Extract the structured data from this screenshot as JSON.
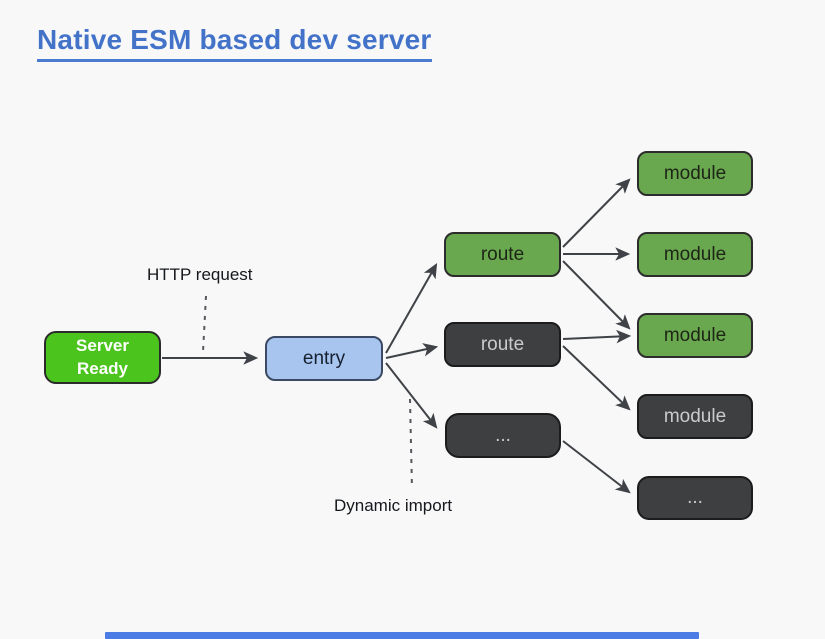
{
  "title": {
    "text": "Native ESM based dev server",
    "color": "#4273c9"
  },
  "diagram": {
    "nodes": [
      {
        "id": "server-ready",
        "label": "Server\nReady",
        "variant": "bright-green",
        "color": "#4bc41d"
      },
      {
        "id": "entry",
        "label": "entry",
        "variant": "blue",
        "color": "#a7c5ef"
      },
      {
        "id": "route-green",
        "label": "route",
        "variant": "green",
        "color": "#6aa84f"
      },
      {
        "id": "route-dark",
        "label": "route",
        "variant": "dark",
        "color": "#3d3f41"
      },
      {
        "id": "dots-mid",
        "label": "...",
        "variant": "dark",
        "color": "#3d3f41"
      },
      {
        "id": "module-1",
        "label": "module",
        "variant": "green",
        "color": "#6aa84f"
      },
      {
        "id": "module-2",
        "label": "module",
        "variant": "green",
        "color": "#6aa84f"
      },
      {
        "id": "module-3",
        "label": "module",
        "variant": "green",
        "color": "#6aa84f"
      },
      {
        "id": "module-4",
        "label": "module",
        "variant": "dark",
        "color": "#3d3f41"
      },
      {
        "id": "dots-right",
        "label": "...",
        "variant": "dark",
        "color": "#3d3f41"
      }
    ],
    "annotations": [
      {
        "id": "http-request",
        "text": "HTTP request"
      },
      {
        "id": "dynamic-import",
        "text": "Dynamic import"
      }
    ],
    "edges": [
      {
        "from": "server-ready",
        "to": "entry"
      },
      {
        "from": "entry",
        "to": "route-green"
      },
      {
        "from": "entry",
        "to": "route-dark"
      },
      {
        "from": "entry",
        "to": "dots-mid"
      },
      {
        "from": "route-green",
        "to": "module-1"
      },
      {
        "from": "route-green",
        "to": "module-2"
      },
      {
        "from": "route-green",
        "to": "module-3"
      },
      {
        "from": "route-dark",
        "to": "module-3"
      },
      {
        "from": "route-dark",
        "to": "module-4"
      },
      {
        "from": "dots-mid",
        "to": "dots-right"
      }
    ],
    "arrow_color": "#3f4347",
    "background": "#f8f8f9",
    "progress_bar_color": "#4b7ce6"
  }
}
